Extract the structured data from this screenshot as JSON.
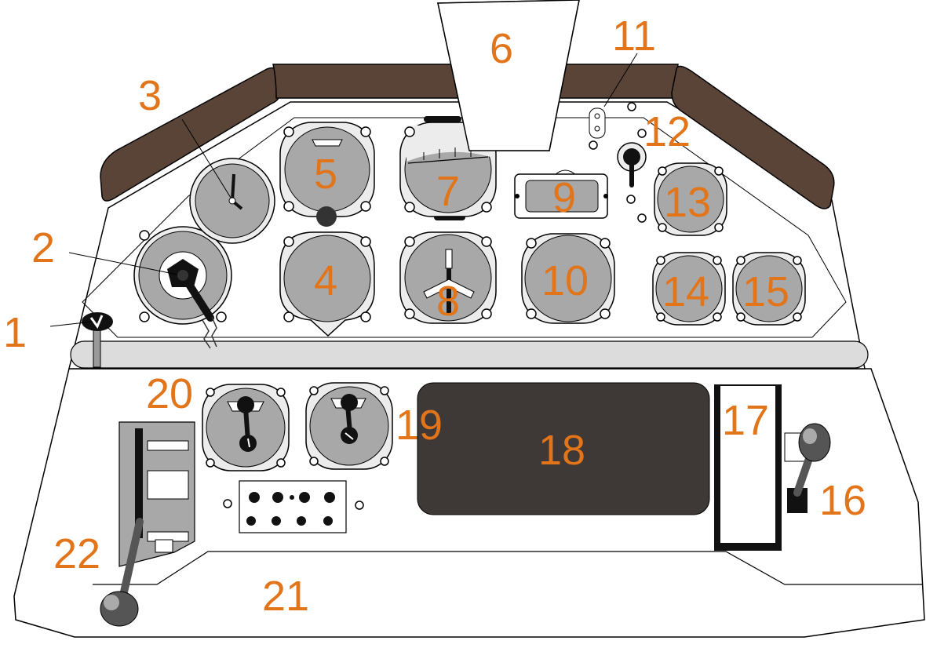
{
  "colors": {
    "label": "#e2741a",
    "coaming": "#5a4438",
    "gauge_face": "#a8a8a8",
    "gauge_bezel": "#ececec",
    "panel": "#ffffff",
    "display": "#3e3836",
    "rail": "#dcdcdc",
    "outline": "#000000"
  },
  "callouts": [
    {
      "id": "c1",
      "text": "1"
    },
    {
      "id": "c2",
      "text": "2"
    },
    {
      "id": "c3",
      "text": "3"
    },
    {
      "id": "c4",
      "text": "4"
    },
    {
      "id": "c5",
      "text": "5"
    },
    {
      "id": "c6",
      "text": "6"
    },
    {
      "id": "c7",
      "text": "7"
    },
    {
      "id": "c8",
      "text": "8"
    },
    {
      "id": "c9",
      "text": "9"
    },
    {
      "id": "c10",
      "text": "10"
    },
    {
      "id": "c11",
      "text": "11"
    },
    {
      "id": "c12",
      "text": "12"
    },
    {
      "id": "c13",
      "text": "13"
    },
    {
      "id": "c14",
      "text": "14"
    },
    {
      "id": "c15",
      "text": "15"
    },
    {
      "id": "c16",
      "text": "16"
    },
    {
      "id": "c17",
      "text": "17"
    },
    {
      "id": "c18",
      "text": "18"
    },
    {
      "id": "c19",
      "text": "19"
    },
    {
      "id": "c20",
      "text": "20"
    },
    {
      "id": "c21",
      "text": "21"
    },
    {
      "id": "c22",
      "text": "22"
    }
  ]
}
